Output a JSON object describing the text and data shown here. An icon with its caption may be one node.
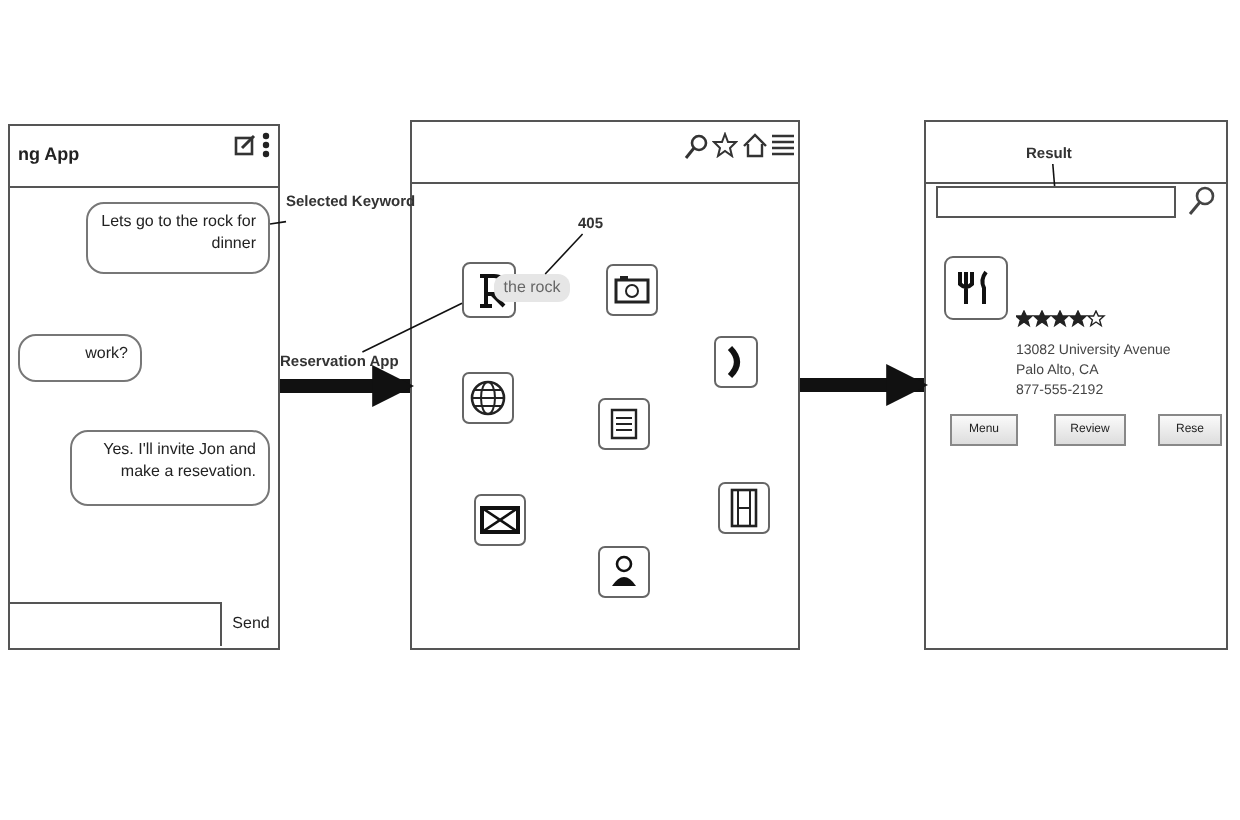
{
  "diagram": {
    "nodes": [
      {
        "text": [
          "ng App"
        ]
      },
      {
        "text": [
          "Lets go to the rock for dinner"
        ],
        "in": 0
      },
      {
        "text": [
          "work?"
        ],
        "in": 0
      },
      {
        "text": [
          "Yes. I'll invite Jon and make a resevation."
        ],
        "in": 0
      },
      {
        "text": [
          "Send"
        ],
        "in": 0
      },
      {
        "text": [],
        "shape": "box"
      },
      {
        "text": [],
        "shape": "picture",
        "in": 5
      },
      {
        "text": [
          "the rock"
        ],
        "in": 5
      },
      {
        "text": [],
        "shape": "box"
      },
      {
        "text": [],
        "shape": "box",
        "in": 8
      },
      {
        "text": [
          "Menu"
        ],
        "in": 8
      },
      {
        "text": [
          "Review"
        ],
        "in": 8
      },
      {
        "text": [
          "Rese"
        ],
        "in": 8
      },
      {
        "text": [
          "Selected Keyword"
        ]
      },
      {
        "text": [
          "Reservation App"
        ]
      },
      {
        "text": [
          "405"
        ],
        "in": 5
      },
      {
        "text": [
          "Result"
        ],
        "in": 8
      }
    ],
    "edges": [
      {
        "from": 0,
        "to": 5,
        "arrow": "to",
        "style": "thick"
      },
      {
        "from": 5,
        "to": 8,
        "arrow": "to",
        "style": "thick"
      },
      {
        "from": 13,
        "to": 1,
        "arrow": "none"
      },
      {
        "from": 14,
        "to": 6,
        "arrow": "none"
      },
      {
        "from": 15,
        "to": 7,
        "arrow": "none"
      },
      {
        "from": 16,
        "to": 9,
        "arrow": "none"
      }
    ],
    "labels": [
      "13082 University Avenue",
      "Palo Alto, CA",
      "877-555-2192"
    ]
  }
}
